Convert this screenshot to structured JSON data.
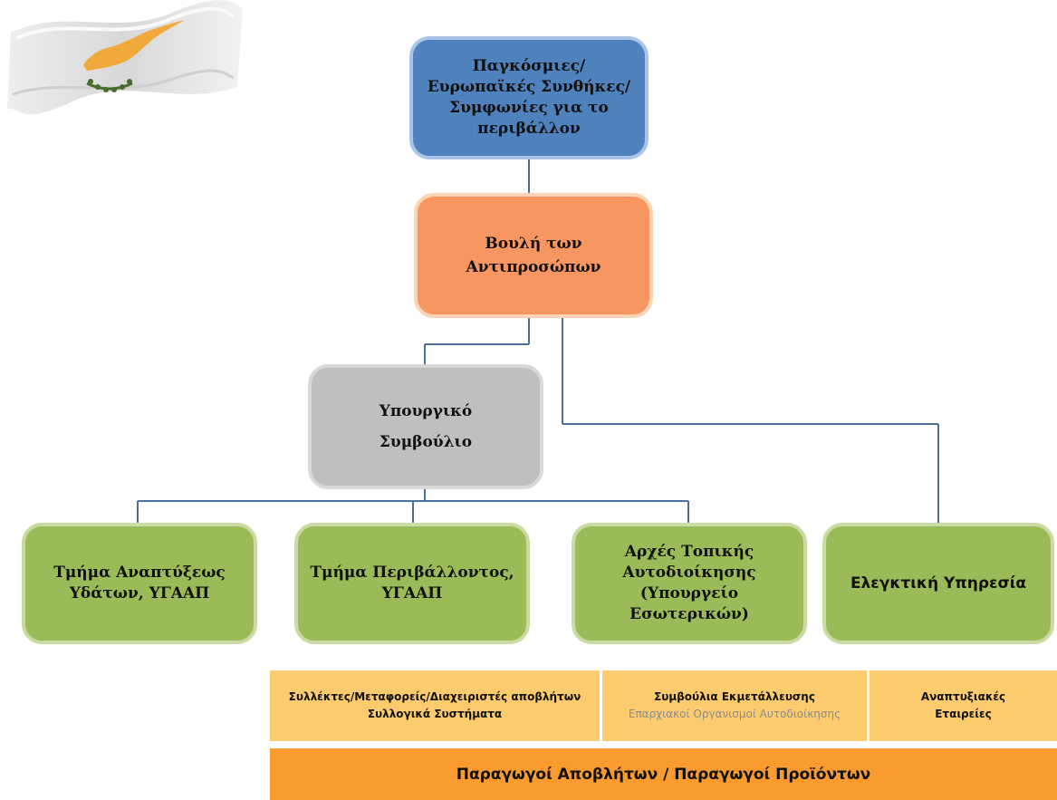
{
  "diagram": {
    "global": [
      "Παγκόσμιες/",
      "Ευρωπαϊκές Συνθήκες/",
      "Συμφωνίες για το",
      "περιβάλλον"
    ],
    "parliament": [
      "Βουλή των",
      "Αντιπροσώπων"
    ],
    "council": [
      "Υπουργικό",
      "Συμβούλιο"
    ],
    "water": [
      "Τμήμα Αναπτύξεως",
      "Υδάτων, ΥΓΑΑΠ"
    ],
    "environment": [
      "Τμήμα Περιβάλλοντος,",
      "ΥΓΑΑΠ"
    ],
    "local": [
      "Αρχές Τοπικής",
      "Αυτοδιοίκησης",
      "(Υπουργείο",
      "Εσωτερικών)"
    ],
    "audit": [
      "Ελεγκτική Υπηρεσία"
    ],
    "bars": {
      "collectors": [
        "Συλλέκτες/Μεταφορείς/Διαχειριστές αποβλήτων",
        "Συλλογικά Συστήματα"
      ],
      "councils": [
        "Συμβούλια Εκμετάλλευσης",
        "Επαρχιακοί Οργανισμοί Αυτοδιοίκησης"
      ],
      "development": [
        "Αναπτυξιακές",
        "Εταιρείες"
      ]
    },
    "producers": "Παραγωγοί Αποβλήτων / Παραγωγοί Προϊόντων"
  },
  "colors": {
    "blue": "#4f81bd",
    "orange_node": "#f79661",
    "gray": "#bfbfbf",
    "green": "#9bbb59",
    "bar": "#fccb6e",
    "bottom_bar": "#f99b2f",
    "connector": "#4a6f9a"
  },
  "logo": {
    "icon": "cyprus-flag-icon"
  }
}
